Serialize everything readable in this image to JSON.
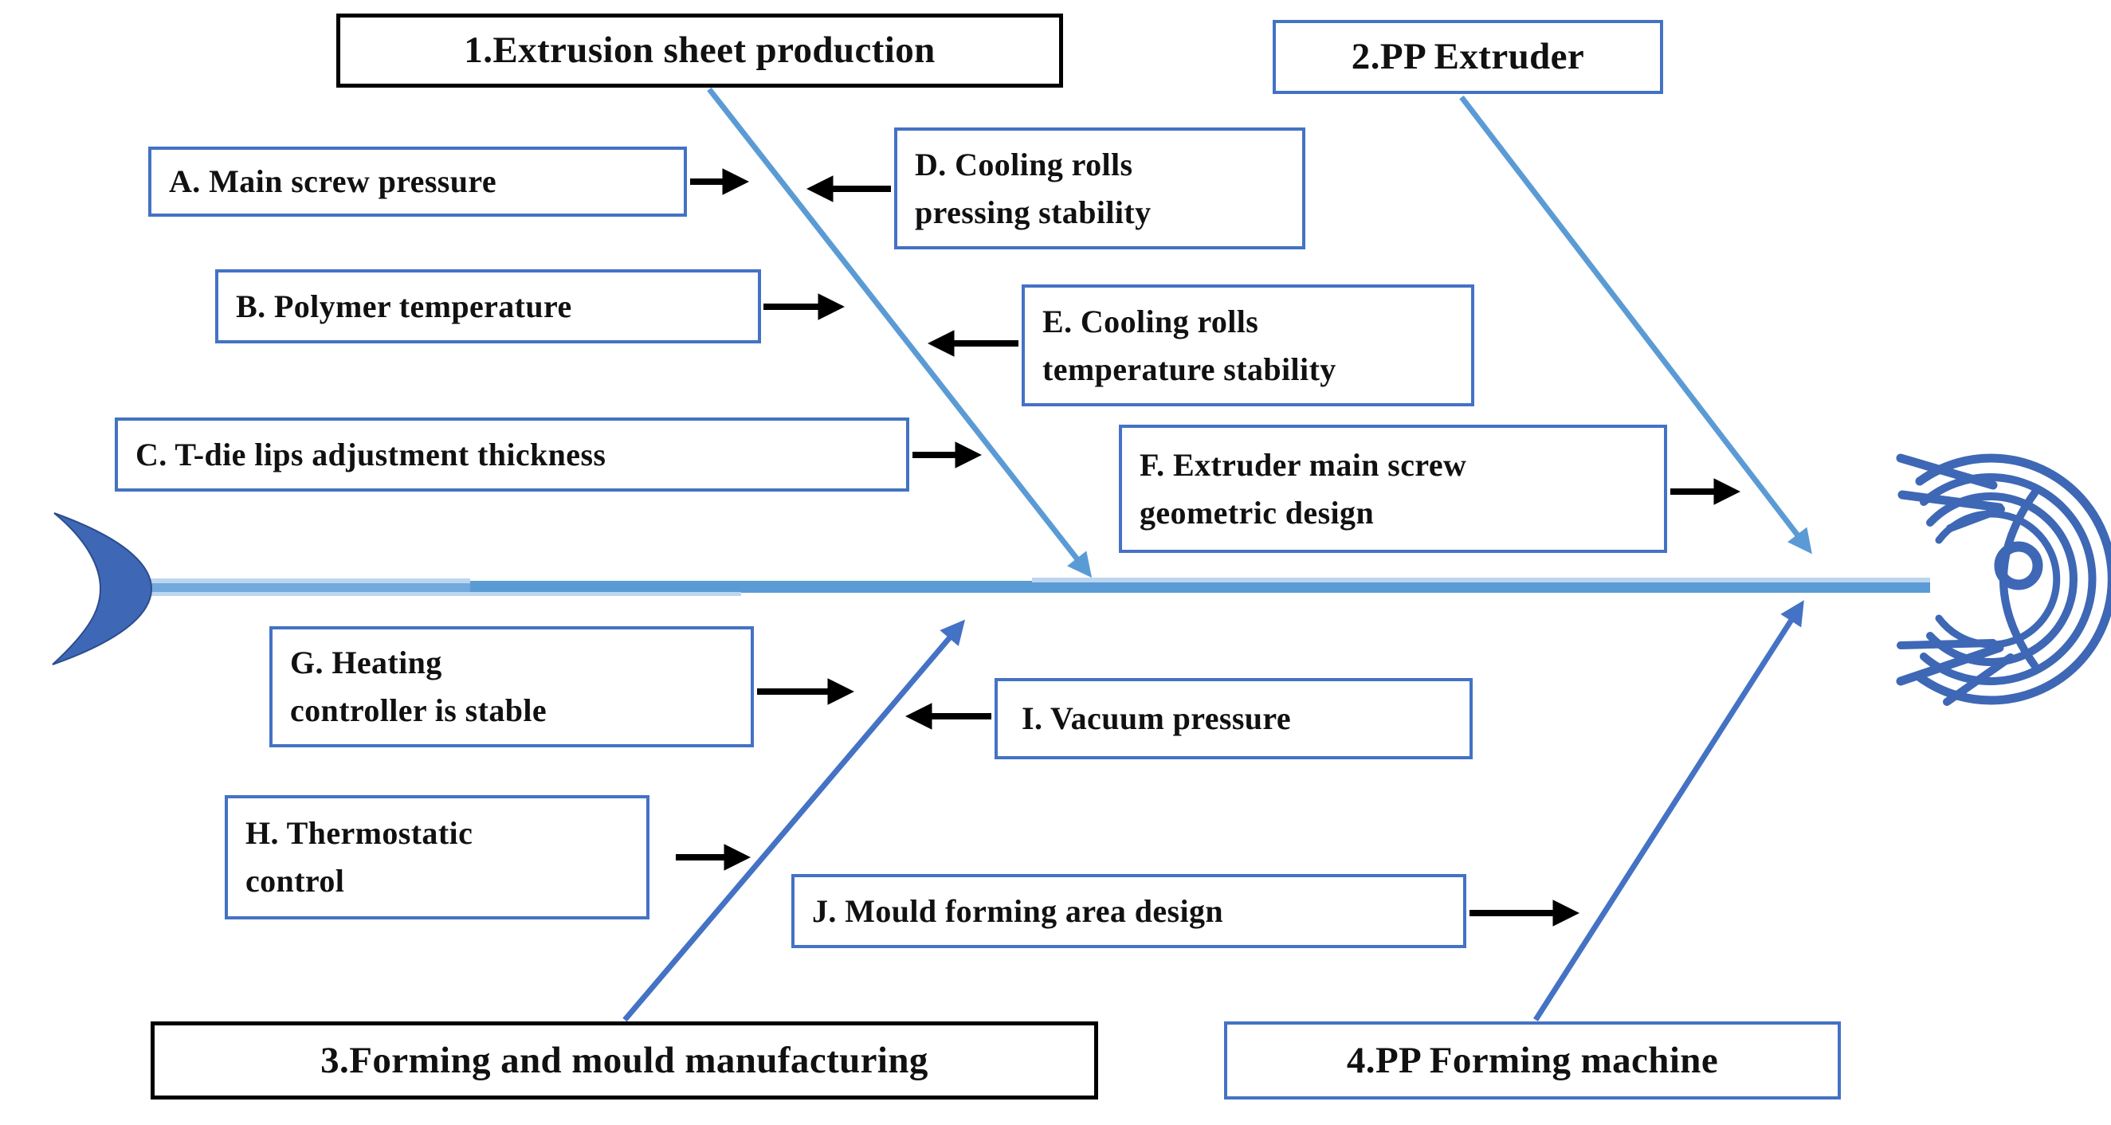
{
  "diagram": {
    "type": "fishbone-cause-effect",
    "categories": [
      {
        "id": "1",
        "label": "1.Extrusion sheet production",
        "border": "black",
        "position": "top-left"
      },
      {
        "id": "2",
        "label": "2.PP Extruder",
        "border": "blue",
        "position": "top-right"
      },
      {
        "id": "3",
        "label": "3.Forming and mould manufacturing",
        "border": "black",
        "position": "bottom-left"
      },
      {
        "id": "4",
        "label": "4.PP Forming machine",
        "border": "blue",
        "position": "bottom-right"
      }
    ],
    "causes": [
      {
        "id": "A",
        "label": "A. Main screw pressure",
        "branch": "1"
      },
      {
        "id": "B",
        "label": "B. Polymer temperature",
        "branch": "1"
      },
      {
        "id": "C",
        "label": "C. T-die lips adjustment  thickness",
        "branch": "1"
      },
      {
        "id": "D",
        "label": "D. Cooling rolls\npressing stability",
        "branch": "1"
      },
      {
        "id": "E",
        "label": "E. Cooling rolls\ntemperature stability",
        "branch": "1"
      },
      {
        "id": "F",
        "label": "F. Extruder main screw\ngeometric design",
        "branch": "2"
      },
      {
        "id": "G",
        "label": "G. Heating\ncontroller is stable",
        "branch": "3"
      },
      {
        "id": "H",
        "label": "H. Thermostatic\ncontrol",
        "branch": "3"
      },
      {
        "id": "I",
        "label": "I. Vacuum pressure",
        "branch": "3"
      },
      {
        "id": "J",
        "label": "J. Mould forming area design",
        "branch": "4"
      }
    ],
    "icons": {
      "fish_head": "fish-head-icon",
      "fish_tail": "fish-tail-icon"
    },
    "colors": {
      "category_border_black": "#000000",
      "box_border_blue": "#4472C4",
      "upper_branch_blue": "#5B9BD5",
      "lower_branch_blue": "#4472C4",
      "spine_blue": "#5B9BD5",
      "spine_highlight": "#BCD6EF",
      "fish_blue": "#3E68B5",
      "arrow_black": "#000000",
      "text_black": "#111111",
      "background": "#FFFFFF"
    }
  }
}
